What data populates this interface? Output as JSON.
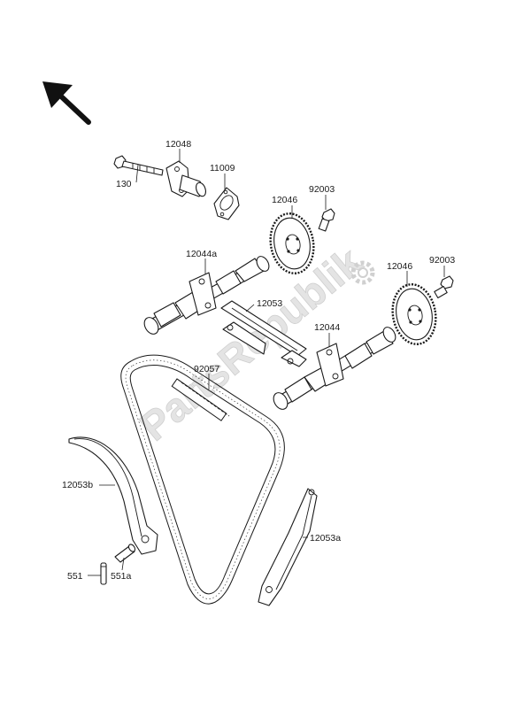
{
  "watermark": "PartsRepublik",
  "labels": {
    "p12048": "12048",
    "p130": "130",
    "p11009": "11009",
    "p12046_left": "12046",
    "p92003_left": "92003",
    "p12044a": "12044a",
    "p12046_right": "12046",
    "p92003_right": "92003",
    "p12053": "12053",
    "p12044": "12044",
    "p92057": "92057",
    "p12053b": "12053b",
    "p12053a": "12053a",
    "p551": "551",
    "p551a": "551a"
  },
  "icons": {
    "direction": "arrow-up-left",
    "watermark_gear": "gear"
  }
}
